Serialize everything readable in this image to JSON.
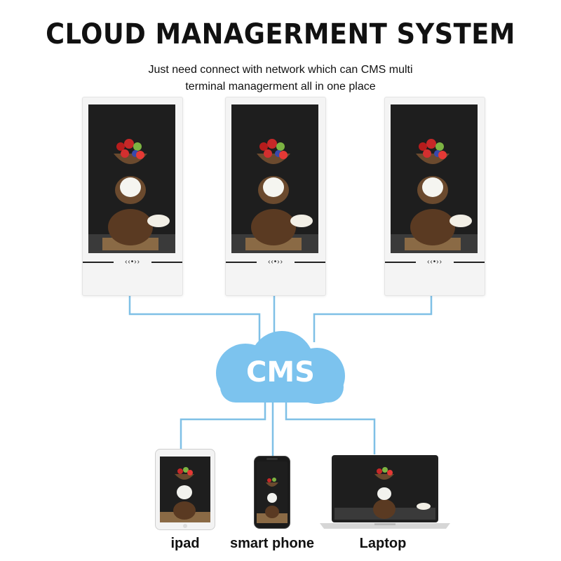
{
  "header": {
    "title": "CLOUD MANAGERMENT SYSTEM",
    "subtitle_line1": "Just need connect with network which can CMS multi",
    "subtitle_line2": "terminal managerment all in one place"
  },
  "kiosks": [
    {
      "indicator": "‹‹•››"
    },
    {
      "indicator": "‹‹•››"
    },
    {
      "indicator": "‹‹•››"
    }
  ],
  "cloud": {
    "label": "CMS"
  },
  "devices": [
    {
      "label": "ipad",
      "icon": "tablet-icon"
    },
    {
      "label": "smart phone",
      "icon": "smartphone-icon"
    },
    {
      "label": "Laptop",
      "icon": "laptop-icon"
    }
  ],
  "colors": {
    "connector": "#7fc0e6",
    "cloud": "#7cc3ee"
  }
}
